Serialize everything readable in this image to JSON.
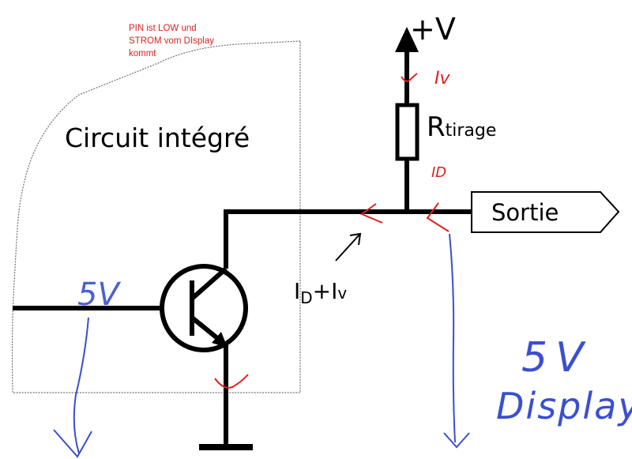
{
  "note": {
    "lines": [
      "PIN ist LOW und",
      "STROM vom DIsplay",
      "kommt"
    ],
    "color": "#e02020"
  },
  "labels": {
    "ic": "Circuit intégré",
    "vplus": "+V",
    "resistor_r": "R",
    "resistor_sub": "tirage",
    "output": "Sortie",
    "current_total_a": "I",
    "current_total_b": "D",
    "current_total_c": "+",
    "current_total_d": "I",
    "current_total_e": "v",
    "iv": "Iv",
    "id": "ID",
    "base_voltage": "5V",
    "display_voltage_1": "5V",
    "display_voltage_2": "Display"
  },
  "colors": {
    "ink": "#000000",
    "annotation_red": "#e02020",
    "annotation_blue": "#3a4fd0",
    "ic_outline": "#707070"
  }
}
